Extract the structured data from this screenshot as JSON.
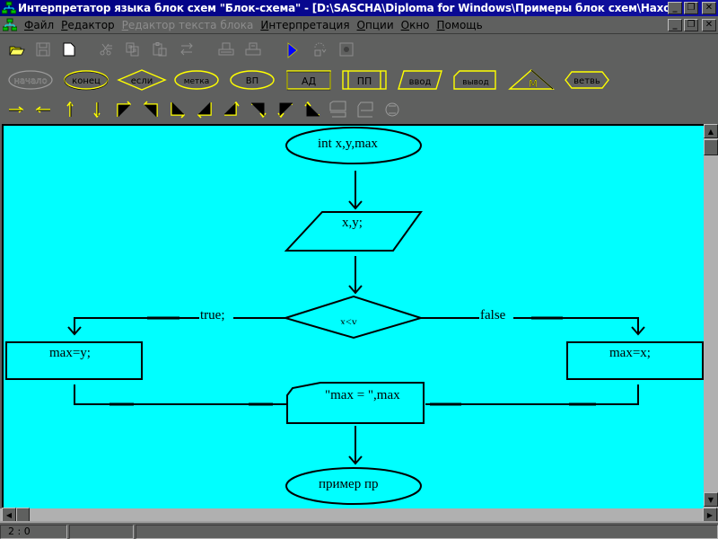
{
  "window": {
    "title": "Интерпретатор языка блок схем \"Блок-схема\" - [D:\\SASCHA\\Diploma for Windows\\Примеры блок схем\\Нахождение м...",
    "buttons": {
      "minimize": "_",
      "restore": "❐",
      "close": "✕"
    }
  },
  "menu": {
    "items": [
      {
        "label": "Файл",
        "disabled": false
      },
      {
        "label": "Редактор",
        "disabled": false
      },
      {
        "label": "Редактор текста блока",
        "disabled": true
      },
      {
        "label": "Интерпретация",
        "disabled": false
      },
      {
        "label": "Опции",
        "disabled": false
      },
      {
        "label": "Окно",
        "disabled": false
      },
      {
        "label": "Помощь",
        "disabled": false
      }
    ]
  },
  "toolbar": {
    "file_tools": [
      "open-folder",
      "save-disk",
      "new-document"
    ],
    "edit_tools": [
      "cut",
      "copy",
      "paste",
      "replace"
    ],
    "print_tools": [
      "print-preview",
      "print"
    ],
    "run_tools": [
      "run",
      "step",
      "stop"
    ]
  },
  "shape_palette": [
    {
      "label": "начало",
      "shape": "ellipse",
      "disabled": true
    },
    {
      "label": "конец",
      "shape": "ellipse",
      "disabled": false
    },
    {
      "label": "если",
      "shape": "diamond",
      "disabled": false
    },
    {
      "label": "метка",
      "shape": "ellipse",
      "disabled": false
    },
    {
      "label": "ВП",
      "shape": "ellipse",
      "disabled": false
    },
    {
      "label": "АД",
      "shape": "rect",
      "disabled": false
    },
    {
      "label": "ПП",
      "shape": "subroutine",
      "disabled": false
    },
    {
      "label": "ввод",
      "shape": "parallelogram",
      "disabled": false
    },
    {
      "label": "вывод",
      "shape": "output",
      "disabled": false
    },
    {
      "label": "М",
      "shape": "triangle",
      "disabled": false
    },
    {
      "label": "ветвь",
      "shape": "hexagon",
      "disabled": false
    }
  ],
  "connector_palette": [
    "arrow-right",
    "arrow-left",
    "arrow-up",
    "arrow-down",
    "corner-right-up",
    "corner-left-up",
    "corner-down-right",
    "corner-down-left",
    "corner-up-right",
    "corner-right-down",
    "corner-left-down",
    "corner-up-left",
    "block-copy",
    "block-merge",
    "swap-ab"
  ],
  "flowchart": {
    "start": "int x,y,max",
    "input": "x,y;",
    "condition": "x<y",
    "true_label": "true;",
    "false_label": "false",
    "true_branch": "max=y;",
    "false_branch": "max=x;",
    "output": "\"max = \",max",
    "end": "пример пр"
  },
  "status": {
    "position": "2 : 0",
    "panel2": "",
    "panel3": ""
  }
}
